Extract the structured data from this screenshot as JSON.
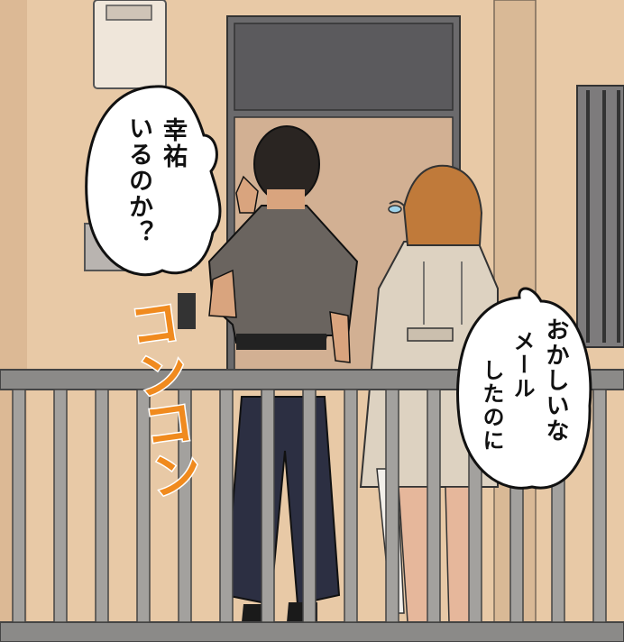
{
  "bubbles": {
    "left": {
      "line1": "幸祐",
      "line2": "いるのか？"
    },
    "right": {
      "line1": "おかしいな",
      "line2": "メール",
      "line3": "したのに"
    }
  },
  "sfx": {
    "knock": "コンコン"
  },
  "colors": {
    "wall": "#e8c9a6",
    "door": "#d2b093",
    "railing": "#8b8a88",
    "sfx": "#f08a1e"
  }
}
